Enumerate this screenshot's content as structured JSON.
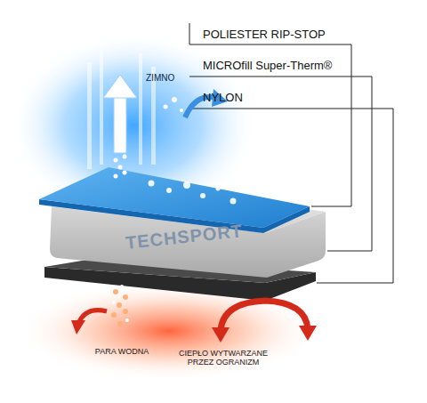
{
  "diagram": {
    "labels": [
      "POLIESTER RIP-STOP",
      "MICROfill Super-Therm®",
      "NYLON",
      "ZIMNO",
      "PARA WODNA",
      "CIEPŁO WYTWARZANE PRZEZ OGRANIZM",
      "TECHSPORT"
    ]
  }
}
